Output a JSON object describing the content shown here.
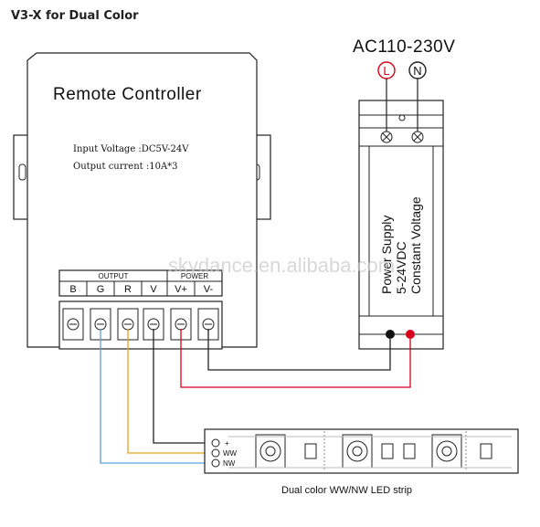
{
  "heading": "V3-X for Dual Color",
  "controller": {
    "title": "Remote Controller",
    "input_voltage": "Input Voltage :DC5V-24V",
    "output_current": "Output  current :10A*3",
    "group_output": "OUTPUT",
    "group_power": "POWER",
    "terminals": [
      "B",
      "G",
      "R",
      "V",
      "V+",
      "V-"
    ]
  },
  "mains": {
    "label": "AC110-230V",
    "live": "L",
    "neutral": "N"
  },
  "power_supply": {
    "line1": "Power Supply",
    "line2": "5-24VDC",
    "line3": "Constant Voltage"
  },
  "strip": {
    "caption": "Dual color WW/NW LED strip",
    "pins": [
      "+",
      "WW",
      "NW"
    ]
  },
  "watermark": "skydance.en.alibaba.com",
  "colors": {
    "wire_black": "#222222",
    "wire_red": "#d9001b",
    "wire_blue": "#5aa0e0",
    "wire_orange": "#e8a020",
    "live_circle": "#d9001b"
  }
}
